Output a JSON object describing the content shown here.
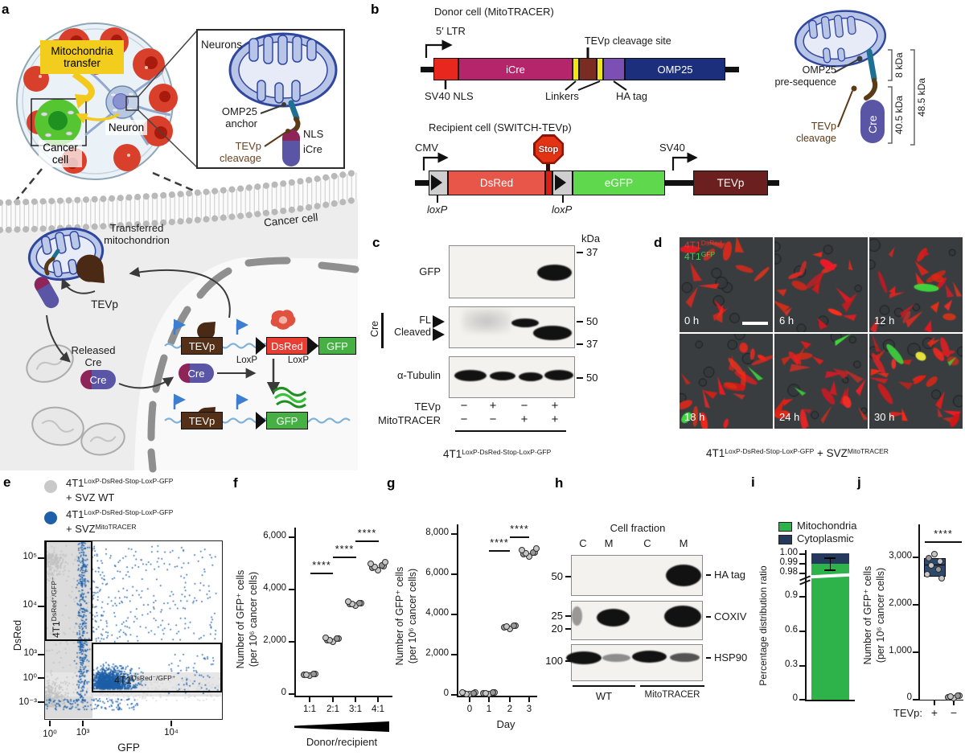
{
  "a": {
    "letter": "a",
    "mito_transfer": "Mitochondria\ntransfer",
    "neuron": "Neuron",
    "cancer_cell": "Cancer\ncell",
    "inset_title": "Neurons",
    "omp25_anchor": "OMP25\nanchor",
    "nls": "NLS",
    "icre": "iCre",
    "tevp_cleavage": "TEVp\ncleavage",
    "transferred_mito": "Transferred\nmitochondrion",
    "cancer_cell2": "Cancer cell",
    "tevp_protein": "TEVp",
    "released_cre": "Released\nCre",
    "cre": "Cre",
    "tevp_gene": "TEVp",
    "dsred_gene": "DsRed",
    "gfp_gene": "GFP",
    "loxp": "LoxP"
  },
  "b": {
    "letter": "b",
    "donor_title": "Donor cell (MitoTRACER)",
    "ltr": "5′ LTR",
    "tevp_site": "TEVp cleavage site",
    "sv40_nls": "SV40 NLS",
    "linkers": "Linkers",
    "ha_tag": "HA tag",
    "icre": "iCre",
    "omp25": "OMP25",
    "recipient_title": "Recipient cell (SWITCH-TEVp)",
    "cmv": "CMV",
    "stop": "Stop",
    "dsred": "DsRed",
    "egfp": "eGFP",
    "sv40": "SV40",
    "tevp": "TEVp",
    "loxp": "loxP",
    "omp25_preseq": "OMP25\npre-sequence",
    "tevp_cleavage": "TEVp\ncleavage",
    "cre": "Cre",
    "kda_8": "8 kDa",
    "kda_405": "40.5 kDa",
    "kda_485": "48.5 kDa"
  },
  "c": {
    "letter": "c",
    "kda": "kDa",
    "gfp": "GFP",
    "fl": "FL",
    "cleaved": "Cleaved",
    "cre": "Cre",
    "tubulin": "α-Tubulin",
    "m37a": "37",
    "m50a": "50",
    "m37b": "37",
    "m50b": "50",
    "tevp_label": "TEVp",
    "tevp_vals": [
      "−",
      "+",
      "−",
      "+"
    ],
    "mito_label": "MitoTRACER",
    "mito_vals": [
      "−",
      "−",
      "+",
      "+"
    ],
    "cellline_base": "4T1",
    "cellline_sup": "LoxP-DsRed-Stop-LoxP-GFP"
  },
  "d": {
    "letter": "d",
    "legend_base1": "4T1",
    "legend_sup1": "DsRed",
    "legend_base2": "4T1",
    "legend_sup2": "GFP",
    "times": [
      "0 h",
      "6 h",
      "12 h",
      "18 h",
      "24 h",
      "30 h"
    ],
    "caption_base": "4T1",
    "caption_sup1": "LoxP-DsRed-Stop-LoxP-GFP",
    "caption_mid": " + SVZ",
    "caption_sup2": "MitoTRACER"
  },
  "e": {
    "letter": "e",
    "leg1_base": "4T1",
    "leg1_sup": "LoxP-DsRed-Stop-LoxP-GFP",
    "leg1_line2": "+ SVZ WT",
    "leg2_base": "4T1",
    "leg2_sup": "LoxP-DsRed-Stop-LoxP-GFP",
    "leg2_line2": "+ SVZ",
    "leg2_line2_sup": "MitoTRACER",
    "ylabel": "DsRed",
    "xlabel": "GFP",
    "yticks": [
      "10⁵",
      "10⁴",
      "10³",
      "10⁰",
      "10⁻³"
    ],
    "xticks": [
      "10⁰",
      "10³",
      "10⁴"
    ],
    "gate1_base": "4T1",
    "gate1_sup": "DsRed⁺/GFP⁻",
    "gate2_base": "4T1",
    "gate2_sup": "DsRed⁻/GFP⁺"
  },
  "f": {
    "letter": "f",
    "ylabel": "Number of GFP⁺ cells\n(per 10⁶ cancer cells)",
    "yticks": [
      "6,000",
      "4,000",
      "2,000",
      "0"
    ],
    "xticks": [
      "1:1",
      "2:1",
      "3:1",
      "4:1"
    ],
    "xlabel": "Donor/recipient",
    "sig": [
      "****",
      "****",
      "****"
    ]
  },
  "g": {
    "letter": "g",
    "ylabel": "Number of GFP⁺ cells\n(per 10⁶ cancer cells)",
    "yticks": [
      "8,000",
      "6,000",
      "4,000",
      "2,000",
      "0"
    ],
    "xticks": [
      "0",
      "1",
      "2",
      "3"
    ],
    "xlabel": "Day",
    "sig": [
      "****",
      "****"
    ]
  },
  "h": {
    "letter": "h",
    "header": "Cell fraction",
    "lanes": [
      "C",
      "M",
      "C",
      "M"
    ],
    "markers": [
      "50",
      "25",
      "20",
      "100"
    ],
    "rows": [
      "HA tag",
      "COXIV",
      "HSP90"
    ],
    "groups": [
      "WT",
      "MitoTRACER"
    ]
  },
  "i": {
    "letter": "i",
    "legend": [
      "Mitochondria",
      "Cytoplasmic"
    ],
    "ylabel": "Percentage distribution ratio",
    "yticks_upper": [
      "1.00",
      "0.99",
      "0.98"
    ],
    "yticks_lower": [
      "0.9",
      "0.6",
      "0.3",
      "0"
    ]
  },
  "j": {
    "letter": "j",
    "ylabel": "Number of GFP⁺ cells\n(per 10⁶ cancer cells)",
    "yticks": [
      "3,000",
      "2,000",
      "1,000",
      "0"
    ],
    "xlabel": "TEVp:",
    "xticks": [
      "+",
      "−"
    ],
    "sig": "****"
  },
  "chart_data": [
    {
      "id": "e",
      "type": "scatter",
      "title": "Flow cytometry of cancer cells co-cultured with SVZ cells",
      "xlabel": "GFP",
      "ylabel": "DsRed",
      "x_ticks": [
        "10⁰",
        "10³",
        "10⁴"
      ],
      "y_ticks": [
        "10⁵",
        "10⁴",
        "10³",
        "10⁰",
        "10⁻³"
      ],
      "series": [
        {
          "name": "4T1 LoxP-DsRed-Stop-LoxP-GFP + SVZ WT",
          "color": "#c9c9c9",
          "population": "mostly DsRed+/GFP− (left column) and double-negative bottom band"
        },
        {
          "name": "4T1 LoxP-DsRed-Stop-LoxP-GFP + SVZ MitoTRACER",
          "color": "#1d5fa8",
          "population": "dense DsRed−/GFP+ cloud (bottom-right gate) plus scattered double positives"
        }
      ],
      "gates": [
        "4T1 DsRed+/GFP−",
        "4T1 DsRed−/GFP+"
      ]
    },
    {
      "id": "f",
      "type": "scatter",
      "categories": [
        "1:1",
        "2:1",
        "3:1",
        "4:1"
      ],
      "values": [
        [
          700,
          730,
          760,
          790,
          820
        ],
        [
          2000,
          2050,
          2090,
          2110,
          2150,
          2180
        ],
        [
          3380,
          3420,
          3450,
          3480,
          3520,
          3550
        ],
        [
          4750,
          4820,
          4870,
          4900,
          4950,
          5000,
          5050
        ]
      ],
      "ylabel": "Number of GFP+ cells (per 10^6 cancer cells)",
      "xlabel": "Donor/recipient",
      "ylim": [
        0,
        6000
      ],
      "yticks": [
        0,
        2000,
        4000,
        6000
      ],
      "sig": [
        "****",
        "****",
        "****"
      ]
    },
    {
      "id": "g",
      "type": "scatter",
      "categories": [
        "0",
        "1",
        "2",
        "3"
      ],
      "values": [
        [
          60,
          90,
          110,
          130,
          150,
          180
        ],
        [
          70,
          100,
          130,
          160,
          190
        ],
        [
          3320,
          3380,
          3420,
          3460,
          3510
        ],
        [
          6900,
          6980,
          7040,
          7100,
          7150,
          7220,
          7280
        ]
      ],
      "ylabel": "Number of GFP+ cells (per 10^6 cancer cells)",
      "xlabel": "Day",
      "ylim": [
        0,
        8000
      ],
      "yticks": [
        0,
        2000,
        4000,
        6000,
        8000
      ],
      "sig": [
        "****",
        "****"
      ]
    },
    {
      "id": "i",
      "type": "stacked-bar",
      "categories": [
        "MitoTRACER"
      ],
      "series": [
        {
          "name": "Mitochondria",
          "color": "#2eb34a",
          "value": 0.99
        },
        {
          "name": "Cytoplasmic",
          "color": "#24395c",
          "value": 0.01
        }
      ],
      "error": 0.006,
      "ylabel": "Percentage distribution ratio",
      "yticks_lower": [
        0,
        0.3,
        0.6,
        0.9
      ],
      "yticks_upper": [
        0.98,
        0.99,
        1.0
      ],
      "axis_break": true
    },
    {
      "id": "j",
      "type": "box-scatter",
      "categories": [
        "+",
        "−"
      ],
      "values": [
        [
          3060,
          2980,
          2900,
          2850,
          2760,
          2650,
          2560
        ],
        [
          30,
          50,
          70,
          90,
          110
        ]
      ],
      "box": {
        "q1": 2590,
        "median": 2850,
        "q3": 2990,
        "whisker_low": 2550,
        "whisker_high": 3070
      },
      "ylabel": "Number of GFP+ cells (per 10^6 cancer cells)",
      "xlabel": "TEVp:",
      "ylim": [
        0,
        3300
      ],
      "yticks": [
        0,
        1000,
        2000,
        3000
      ],
      "sig": "****"
    }
  ]
}
